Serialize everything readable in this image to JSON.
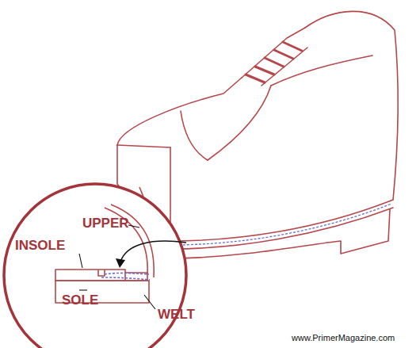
{
  "diagram": {
    "labels": [
      "UPPER",
      "INSOLE",
      "SOLE",
      "WELT",
      "www.PrimerMagazine.com"
    ]
  }
}
